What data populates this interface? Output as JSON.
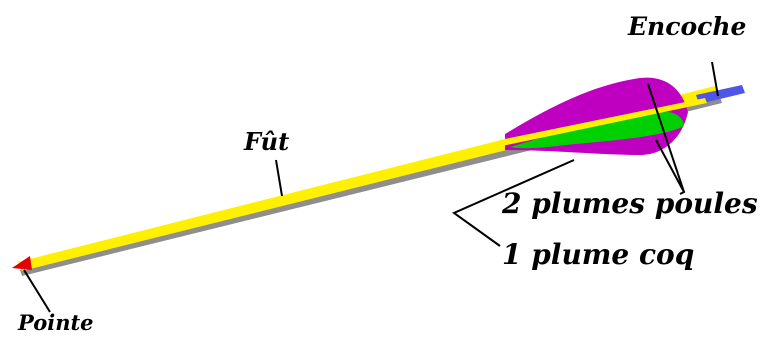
{
  "labels": {
    "encoche": "Encoche",
    "fut": "Fût",
    "plumes_poules": "2 plumes poules",
    "plume_coq": "1 plume coq",
    "pointe": "Pointe"
  },
  "colors": {
    "shaft": "#fff000",
    "shaft_shadow": "#8e8e8e",
    "hen_feathers": "#c000c0",
    "cock_feather": "#00d000",
    "nock": "#4f55e6",
    "tip": "#e00000"
  }
}
